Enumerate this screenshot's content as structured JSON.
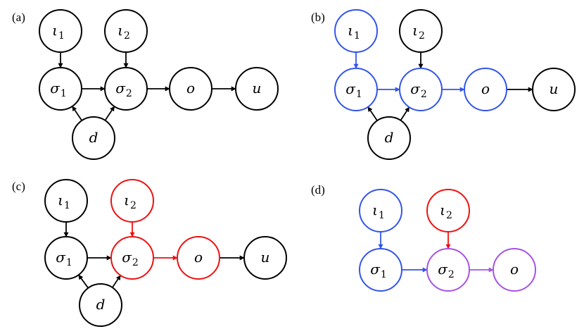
{
  "colors": {
    "black": "#000000",
    "blue": "#3355e8",
    "red": "#ee1111",
    "purple": "#a652e6"
  },
  "panels": [
    {
      "label": "(a)",
      "nodes": [
        {
          "id": "i1",
          "base": "ι",
          "sub": "1",
          "color": "black"
        },
        {
          "id": "i2",
          "base": "ι",
          "sub": "2",
          "color": "black"
        },
        {
          "id": "s1",
          "base": "σ",
          "sub": "1",
          "color": "black"
        },
        {
          "id": "s2",
          "base": "σ",
          "sub": "2",
          "color": "black"
        },
        {
          "id": "o",
          "base": "o",
          "sub": "",
          "color": "black"
        },
        {
          "id": "u",
          "base": "u",
          "sub": "",
          "color": "black"
        },
        {
          "id": "d",
          "base": "d",
          "sub": "",
          "color": "black"
        }
      ],
      "edges": [
        {
          "from": "i1",
          "to": "s1",
          "color": "black"
        },
        {
          "from": "i2",
          "to": "s2",
          "color": "black"
        },
        {
          "from": "s1",
          "to": "s2",
          "color": "black"
        },
        {
          "from": "s2",
          "to": "o",
          "color": "black"
        },
        {
          "from": "o",
          "to": "u",
          "color": "black"
        },
        {
          "from": "d",
          "to": "s1",
          "color": "black"
        },
        {
          "from": "d",
          "to": "s2",
          "color": "black"
        }
      ]
    },
    {
      "label": "(b)",
      "nodes": [
        {
          "id": "i1",
          "base": "ι",
          "sub": "1",
          "color": "blue"
        },
        {
          "id": "i2",
          "base": "ι",
          "sub": "2",
          "color": "black"
        },
        {
          "id": "s1",
          "base": "σ",
          "sub": "1",
          "color": "blue"
        },
        {
          "id": "s2",
          "base": "σ",
          "sub": "2",
          "color": "blue"
        },
        {
          "id": "o",
          "base": "o",
          "sub": "",
          "color": "blue"
        },
        {
          "id": "u",
          "base": "u",
          "sub": "",
          "color": "black"
        },
        {
          "id": "d",
          "base": "d",
          "sub": "",
          "color": "black"
        }
      ],
      "edges": [
        {
          "from": "i1",
          "to": "s1",
          "color": "blue"
        },
        {
          "from": "i2",
          "to": "s2",
          "color": "black"
        },
        {
          "from": "s1",
          "to": "s2",
          "color": "blue"
        },
        {
          "from": "s2",
          "to": "o",
          "color": "blue"
        },
        {
          "from": "o",
          "to": "u",
          "color": "black"
        },
        {
          "from": "d",
          "to": "s1",
          "color": "black"
        },
        {
          "from": "d",
          "to": "s2",
          "color": "black"
        }
      ]
    },
    {
      "label": "(c)",
      "nodes": [
        {
          "id": "i1",
          "base": "ι",
          "sub": "1",
          "color": "black"
        },
        {
          "id": "i2",
          "base": "ι",
          "sub": "2",
          "color": "red"
        },
        {
          "id": "s1",
          "base": "σ",
          "sub": "1",
          "color": "black"
        },
        {
          "id": "s2",
          "base": "σ",
          "sub": "2",
          "color": "red"
        },
        {
          "id": "o",
          "base": "o",
          "sub": "",
          "color": "red"
        },
        {
          "id": "u",
          "base": "u",
          "sub": "",
          "color": "black"
        },
        {
          "id": "d",
          "base": "d",
          "sub": "",
          "color": "black"
        }
      ],
      "edges": [
        {
          "from": "i1",
          "to": "s1",
          "color": "black"
        },
        {
          "from": "i2",
          "to": "s2",
          "color": "red"
        },
        {
          "from": "s1",
          "to": "s2",
          "color": "black"
        },
        {
          "from": "s2",
          "to": "o",
          "color": "red"
        },
        {
          "from": "o",
          "to": "u",
          "color": "black"
        },
        {
          "from": "d",
          "to": "s1",
          "color": "black"
        },
        {
          "from": "d",
          "to": "s2",
          "color": "black"
        }
      ]
    },
    {
      "label": "(d)",
      "nodes": [
        {
          "id": "i1",
          "base": "ι",
          "sub": "1",
          "color": "blue"
        },
        {
          "id": "i2",
          "base": "ι",
          "sub": "2",
          "color": "red"
        },
        {
          "id": "s1",
          "base": "σ",
          "sub": "1",
          "color": "blue"
        },
        {
          "id": "s2",
          "base": "σ",
          "sub": "2",
          "color": "purple"
        },
        {
          "id": "o",
          "base": "o",
          "sub": "",
          "color": "purple"
        }
      ],
      "edges": [
        {
          "from": "i1",
          "to": "s1",
          "color": "blue"
        },
        {
          "from": "i2",
          "to": "s2",
          "color": "red"
        },
        {
          "from": "s1",
          "to": "s2",
          "color": "blue"
        },
        {
          "from": "s2",
          "to": "o",
          "color": "purple"
        }
      ]
    }
  ]
}
